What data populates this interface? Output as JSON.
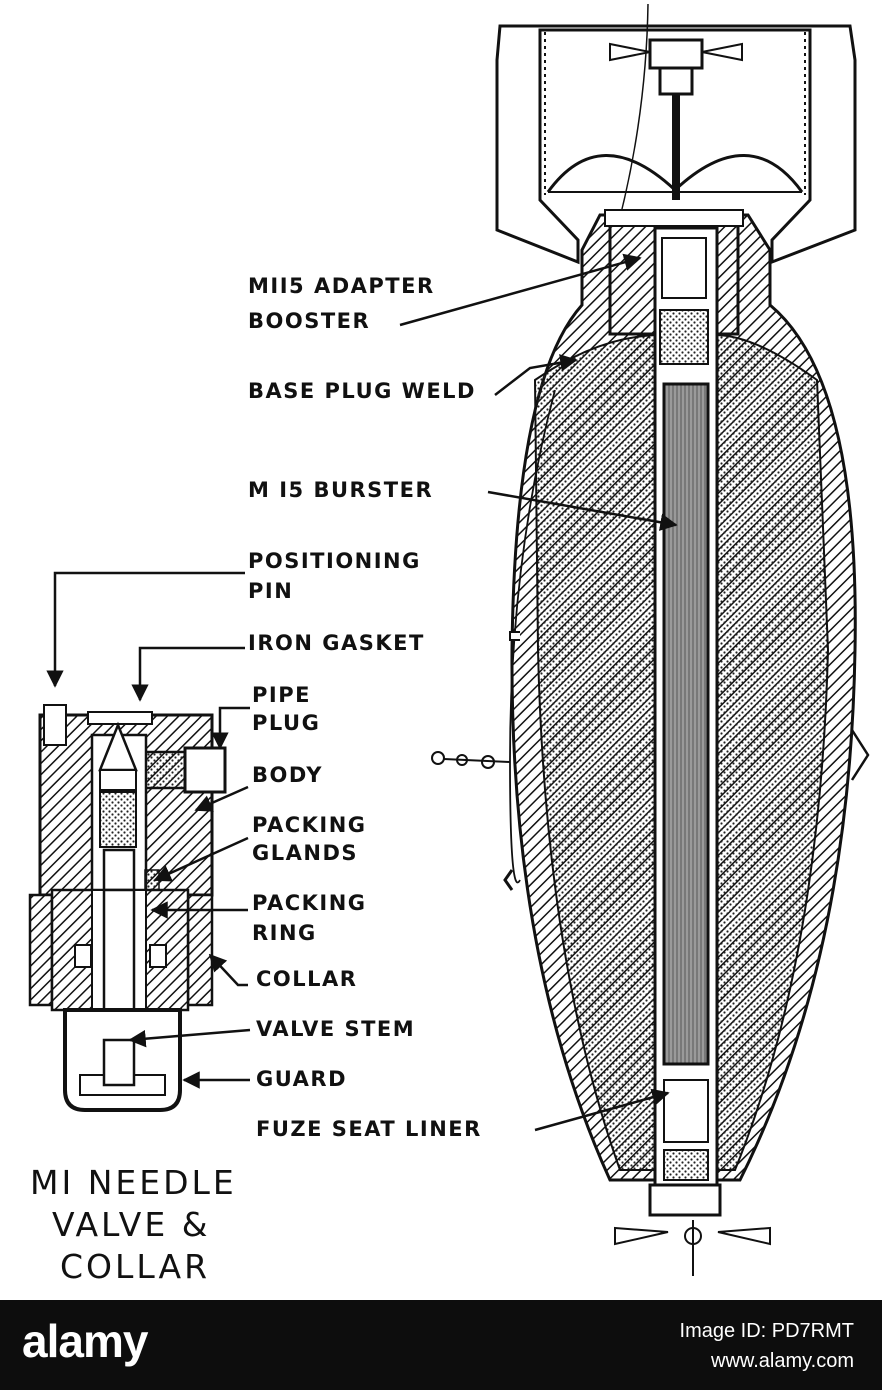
{
  "labels": {
    "adapter_line1": "MII5 ADAPTER",
    "adapter_line2": "BOOSTER",
    "base_plug_weld": "BASE PLUG WELD",
    "burster": "M I5  BURSTER",
    "positioning_line1": "POSITIONING",
    "positioning_line2": "PIN",
    "iron_gasket": "IRON GASKET",
    "pipe_line1": "PIPE",
    "pipe_line2": "PLUG",
    "body": "BODY",
    "glands_line1": "PACKING",
    "glands_line2": "GLANDS",
    "ring_line1": "PACKING",
    "ring_line2": "RING",
    "collar": "COLLAR",
    "valve_stem": "VALVE STEM",
    "guard": "GUARD",
    "fuze_seat_liner": "FUZE SEAT LINER"
  },
  "title": {
    "line1": "MI NEEDLE",
    "line2": "VALVE &",
    "line3": "COLLAR"
  },
  "footer": {
    "logo": "alamy",
    "image_id": "Image ID: PD7RMT",
    "site": "www.alamy.com"
  },
  "colors": {
    "ink": "#111111",
    "footer_bg": "#0d0d0d"
  }
}
